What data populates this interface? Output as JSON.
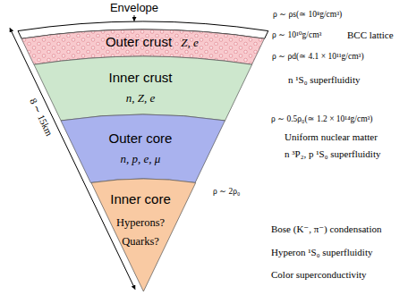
{
  "diagram": {
    "nodes": [
      {
        "text": [
          "Envelope"
        ]
      },
      {
        "text": [
          "Outer crust",
          "Z, e"
        ]
      },
      {
        "text": [
          "Inner crust",
          "n, Z, e"
        ]
      },
      {
        "text": [
          "Outer core",
          "n, p, e, μ"
        ]
      },
      {
        "text": [
          "Inner core",
          "Hyperons? Quarks?"
        ]
      }
    ],
    "labels": [
      "ρ ∼ ρs(≃ 10⁸g/cm³)",
      "ρ ∼ 10¹⁰g/cm³",
      "BCC lattice",
      "ρ ∼ ρd(≃ 4.1 × 10¹¹g/cm³)",
      "n ¹S₀ superfluidity",
      "ρ ∼ 0.5ρ₀(≃ 1.2 × 10¹⁴g/cm³)",
      "Uniform nuclear matter",
      "n ³P₂, p ¹S₀ superfluidity",
      "ρ ∼ 2ρ₀",
      "Bose (K⁻, π⁻) condensation",
      "Hyperon ¹S₀ superfluidity",
      "Color superconductivity",
      "8 ∼ 15km"
    ]
  }
}
